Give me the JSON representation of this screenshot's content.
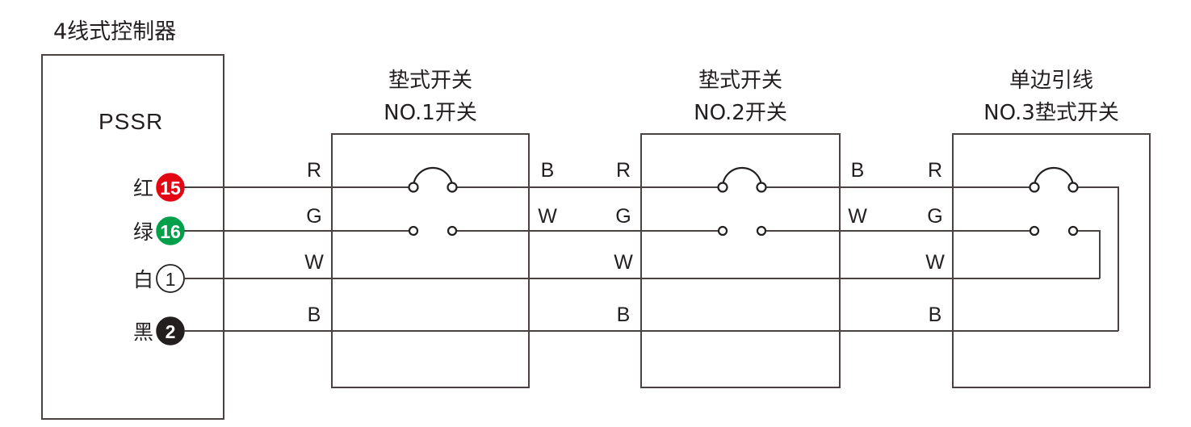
{
  "diagram": {
    "title": "4线式控制器",
    "controller": {
      "name": "PSSR",
      "terminals": [
        {
          "color_label": "红",
          "number": "15",
          "fill": "#E30613",
          "stroke": "#E30613",
          "text_color": "light",
          "row": "R"
        },
        {
          "color_label": "绿",
          "number": "16",
          "fill": "#00A04B",
          "stroke": "#00A04B",
          "text_color": "light",
          "row": "G"
        },
        {
          "color_label": "白",
          "number": "1",
          "fill": "#FFFFFF",
          "stroke": "#231F1F",
          "text_color": "dark",
          "row": "W"
        },
        {
          "color_label": "黑",
          "number": "2",
          "fill": "#231F1F",
          "stroke": "#231F1F",
          "text_color": "light",
          "row": "B"
        }
      ]
    },
    "switches": [
      {
        "title_line1": "垫式开关",
        "title_line2": "NO.1开关",
        "left_labels": [
          "R",
          "G",
          "W",
          "B"
        ],
        "right_labels": [
          "B",
          "W",
          "",
          ""
        ]
      },
      {
        "title_line1": "垫式开关",
        "title_line2": "NO.2开关",
        "left_labels": [
          "R",
          "G",
          "W",
          "B"
        ],
        "right_labels": [
          "B",
          "W",
          "",
          ""
        ]
      },
      {
        "title_line1": "单边引线",
        "title_line2": "NO.3垫式开关",
        "left_labels": [
          "R",
          "G",
          "W",
          "B"
        ],
        "right_labels": [
          "",
          "",
          "",
          ""
        ]
      }
    ],
    "rows": [
      "R",
      "G",
      "W",
      "B"
    ],
    "colors": {
      "line": "#4A4240",
      "ink": "#231F1F",
      "red": "#E30613",
      "green": "#00A04B",
      "black": "#231F1F",
      "white": "#FFFFFF",
      "background": "#FFFFFF"
    }
  }
}
